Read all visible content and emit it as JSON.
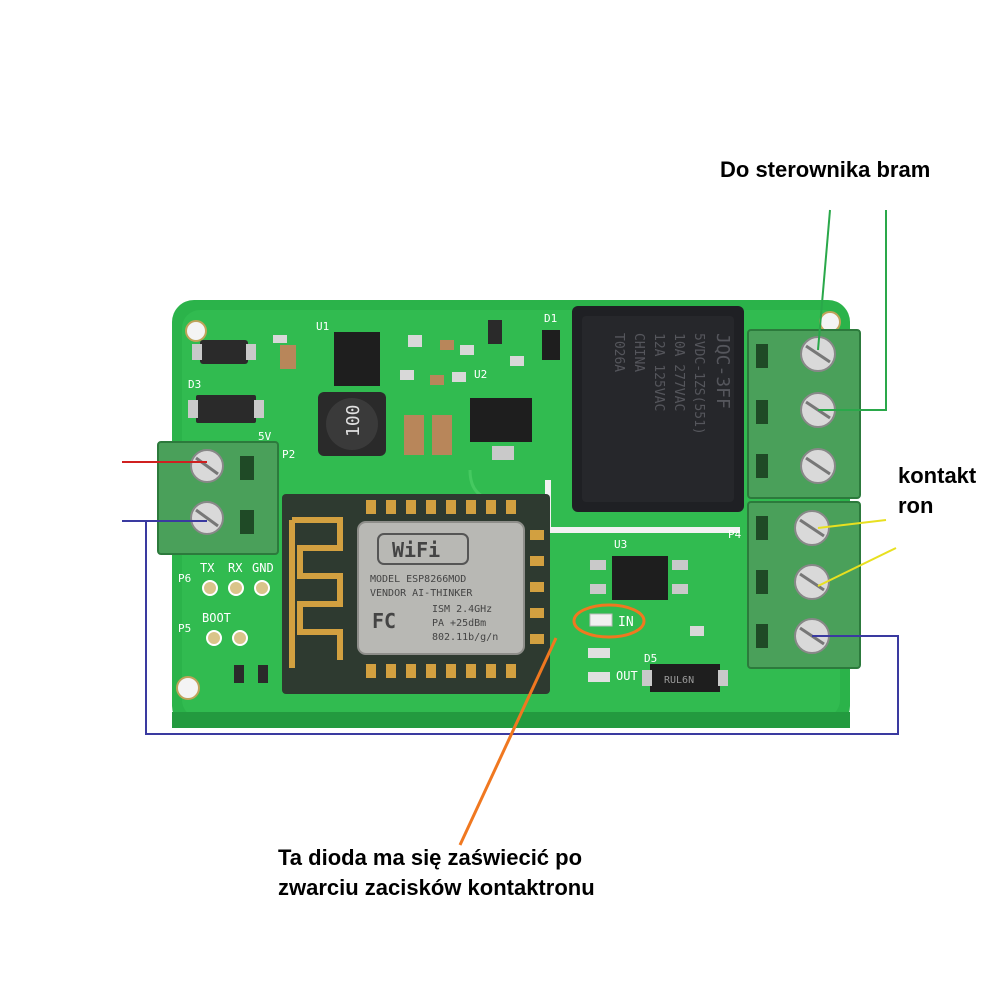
{
  "annotations": {
    "gate_controller": "Do sterownika bram",
    "reed_contact_line1": "kontakt",
    "reed_contact_line2": "ron",
    "led_note_line1": "Ta dioda ma się zaświecić po",
    "led_note_line2": "zwarciu zacisków kontaktronu"
  },
  "relay": {
    "line1": "JQC-3FF",
    "line2": "5VDC-1ZS(551)",
    "line3": "10A 277VAC",
    "line4": "12A 125VAC",
    "line5": "CHINA",
    "line6": "T026A"
  },
  "module": {
    "logo": "WiFi",
    "model": "MODEL  ESP8266MOD",
    "vendor": "VENDOR AI-THINKER",
    "ism": "ISM 2.4GHz",
    "pa": "PA  +25dBm",
    "std": "802.11b/g/n",
    "fcc": "FC"
  },
  "silkscreen": {
    "tx": "TX",
    "rx": "RX",
    "gnd": "GND",
    "boot": "BOOT",
    "in": "IN",
    "out": "OUT",
    "p2": "P2",
    "p4": "P4",
    "u3": "U3",
    "u2": "U2",
    "u1": "U1",
    "d1": "D1",
    "d3": "D3",
    "d5": "D5",
    "p5": "P5",
    "p6": "P6",
    "vcc": "5V",
    "inductor": "100",
    "diode": "RUL6N"
  },
  "colors": {
    "pcb": "#2bb34a",
    "pcb_light": "#45c960",
    "terminal": "#4aa05a",
    "relay": "#1f2024",
    "gate_wire": "#2aa84a",
    "reed_wire": "#e8e020",
    "power_pos": "#d02020",
    "power_neg": "#3a3aa0",
    "led_arrow": "#f07820"
  }
}
